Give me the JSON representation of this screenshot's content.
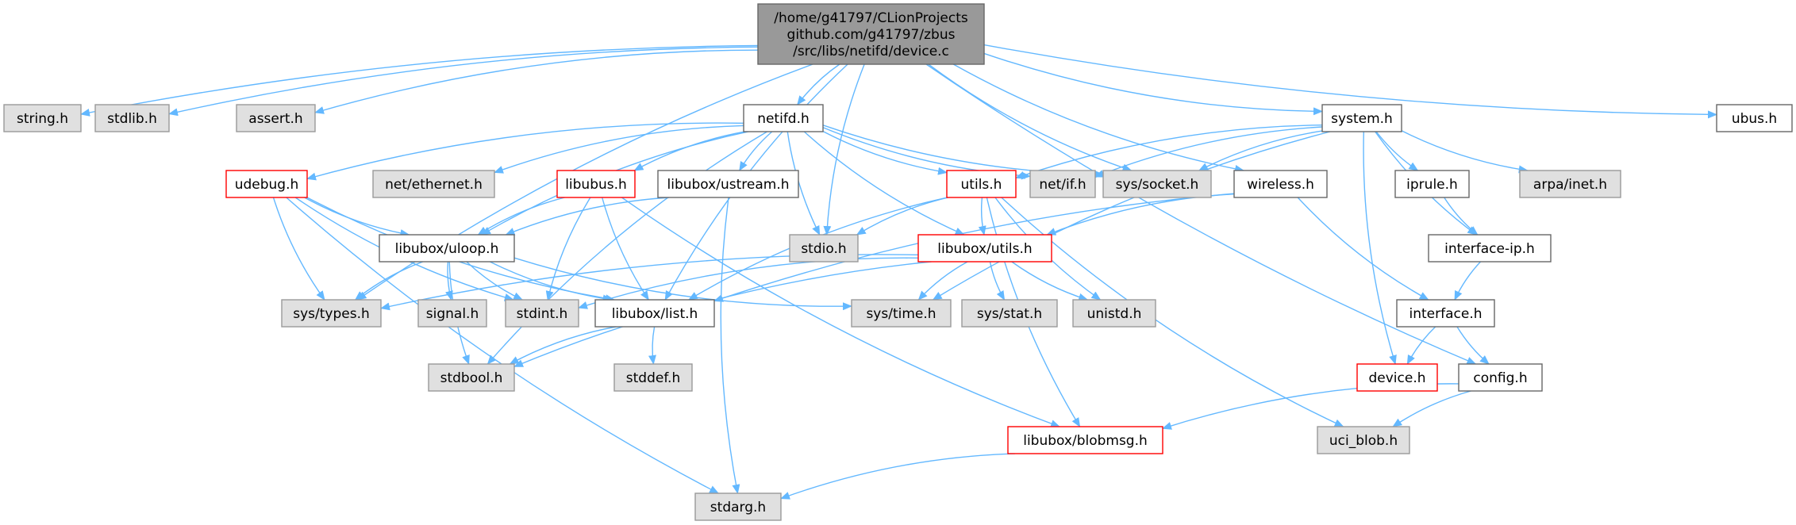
{
  "colors": {
    "root_fill": "#999999",
    "root_border": "#666666",
    "documented_fill": "#ffffff",
    "documented_border": "#666666",
    "external_fill": "#e0e0e0",
    "external_border": "#999999",
    "incomplete_border": "#ff0000",
    "edge": "#63b8ff"
  },
  "nodes": {
    "root": {
      "type": "root",
      "lines": [
        "/home/g41797/CLionProjects",
        "github.com/g41797/zbus",
        "/src/libs/netifd/device.c"
      ]
    },
    "string_h": {
      "type": "external",
      "lines": [
        "string.h"
      ]
    },
    "stdlib_h": {
      "type": "external",
      "lines": [
        "stdlib.h"
      ]
    },
    "assert_h": {
      "type": "external",
      "lines": [
        "assert.h"
      ]
    },
    "netifd_h": {
      "type": "documented",
      "lines": [
        "netifd.h"
      ]
    },
    "system_h": {
      "type": "documented",
      "lines": [
        "system.h"
      ]
    },
    "ubus_h": {
      "type": "documented",
      "lines": [
        "ubus.h"
      ]
    },
    "udebug_h": {
      "type": "incomplete",
      "lines": [
        "udebug.h"
      ]
    },
    "net_ethernet_h": {
      "type": "external",
      "lines": [
        "net/ethernet.h"
      ]
    },
    "libubus_h": {
      "type": "incomplete",
      "lines": [
        "libubus.h"
      ]
    },
    "libubox_ustream_h": {
      "type": "documented",
      "lines": [
        "libubox/ustream.h"
      ]
    },
    "utils_h": {
      "type": "incomplete",
      "lines": [
        "utils.h"
      ]
    },
    "net_if_h": {
      "type": "external",
      "lines": [
        "net/if.h"
      ]
    },
    "sys_socket_h": {
      "type": "external",
      "lines": [
        "sys/socket.h"
      ]
    },
    "wireless_h": {
      "type": "documented",
      "lines": [
        "wireless.h"
      ]
    },
    "iprule_h": {
      "type": "documented",
      "lines": [
        "iprule.h"
      ]
    },
    "arpa_inet_h": {
      "type": "external",
      "lines": [
        "arpa/inet.h"
      ]
    },
    "stdio_h": {
      "type": "external",
      "lines": [
        "stdio.h"
      ]
    },
    "libubox_utils_h": {
      "type": "incomplete",
      "lines": [
        "libubox/utils.h"
      ]
    },
    "interface_ip_h": {
      "type": "documented",
      "lines": [
        "interface-ip.h"
      ]
    },
    "libubox_uloop_h": {
      "type": "documented",
      "lines": [
        "libubox/uloop.h"
      ]
    },
    "sys_types_h": {
      "type": "external",
      "lines": [
        "sys/types.h"
      ]
    },
    "signal_h": {
      "type": "external",
      "lines": [
        "signal.h"
      ]
    },
    "stdint_h": {
      "type": "external",
      "lines": [
        "stdint.h"
      ]
    },
    "libubox_list_h": {
      "type": "documented",
      "lines": [
        "libubox/list.h"
      ]
    },
    "sys_time_h": {
      "type": "external",
      "lines": [
        "sys/time.h"
      ]
    },
    "sys_stat_h": {
      "type": "external",
      "lines": [
        "sys/stat.h"
      ]
    },
    "unistd_h": {
      "type": "external",
      "lines": [
        "unistd.h"
      ]
    },
    "interface_h": {
      "type": "documented",
      "lines": [
        "interface.h"
      ]
    },
    "stdbool_h": {
      "type": "external",
      "lines": [
        "stdbool.h"
      ]
    },
    "stddef_h": {
      "type": "external",
      "lines": [
        "stddef.h"
      ]
    },
    "device_h": {
      "type": "incomplete",
      "lines": [
        "device.h"
      ]
    },
    "config_h": {
      "type": "documented",
      "lines": [
        "config.h"
      ]
    },
    "libubox_blobmsg_h": {
      "type": "incomplete",
      "lines": [
        "libubox/blobmsg.h"
      ]
    },
    "uci_blob_h": {
      "type": "external",
      "lines": [
        "uci_blob.h"
      ]
    },
    "stdarg_h": {
      "type": "external",
      "lines": [
        "stdarg.h"
      ]
    }
  },
  "edges": [
    [
      "root",
      "string_h"
    ],
    [
      "root",
      "stdlib_h"
    ],
    [
      "root",
      "assert_h"
    ],
    [
      "root",
      "sys_types_h"
    ],
    [
      "root",
      "libubox_list_h"
    ],
    [
      "root",
      "netifd_h"
    ],
    [
      "root",
      "stdio_h"
    ],
    [
      "root",
      "sys_socket_h"
    ],
    [
      "root",
      "wireless_h"
    ],
    [
      "root",
      "system_h"
    ],
    [
      "root",
      "config_h"
    ],
    [
      "root",
      "ubus_h"
    ],
    [
      "netifd_h",
      "stdbool_h"
    ],
    [
      "netifd_h",
      "udebug_h"
    ],
    [
      "netifd_h",
      "net_ethernet_h"
    ],
    [
      "netifd_h",
      "libubox_uloop_h"
    ],
    [
      "netifd_h",
      "libubus_h"
    ],
    [
      "netifd_h",
      "libubox_ustream_h"
    ],
    [
      "netifd_h",
      "stdio_h"
    ],
    [
      "netifd_h",
      "libubox_utils_h"
    ],
    [
      "netifd_h",
      "utils_h"
    ],
    [
      "netifd_h",
      "net_if_h"
    ],
    [
      "netifd_h",
      "sys_socket_h"
    ],
    [
      "system_h",
      "utils_h"
    ],
    [
      "system_h",
      "net_if_h"
    ],
    [
      "system_h",
      "sys_socket_h"
    ],
    [
      "system_h",
      "sys_time_h"
    ],
    [
      "system_h",
      "iprule_h"
    ],
    [
      "system_h",
      "interface_ip_h"
    ],
    [
      "system_h",
      "arpa_inet_h"
    ],
    [
      "system_h",
      "device_h"
    ],
    [
      "udebug_h",
      "sys_types_h"
    ],
    [
      "udebug_h",
      "libubox_uloop_h"
    ],
    [
      "udebug_h",
      "stdint_h"
    ],
    [
      "udebug_h",
      "libubox_list_h"
    ],
    [
      "udebug_h",
      "stdarg_h"
    ],
    [
      "libubus_h",
      "libubox_uloop_h"
    ],
    [
      "libubus_h",
      "stdint_h"
    ],
    [
      "libubus_h",
      "libubox_list_h"
    ],
    [
      "libubus_h",
      "libubox_blobmsg_h"
    ],
    [
      "libubox_ustream_h",
      "libubox_uloop_h"
    ],
    [
      "libubox_ustream_h",
      "stdarg_h"
    ],
    [
      "utils_h",
      "stdio_h"
    ],
    [
      "utils_h",
      "libubox_utils_h"
    ],
    [
      "utils_h",
      "libubox_list_h"
    ],
    [
      "utils_h",
      "unistd_h"
    ],
    [
      "utils_h",
      "libubox_blobmsg_h"
    ],
    [
      "utils_h",
      "uci_blob_h"
    ],
    [
      "wireless_h",
      "libubox_utils_h"
    ],
    [
      "wireless_h",
      "libubox_list_h"
    ],
    [
      "wireless_h",
      "interface_h"
    ],
    [
      "iprule_h",
      "interface_ip_h"
    ],
    [
      "interface_ip_h",
      "interface_h"
    ],
    [
      "libubox_utils_h",
      "sys_types_h"
    ],
    [
      "libubox_utils_h",
      "sys_time_h"
    ],
    [
      "libubox_utils_h",
      "sys_stat_h"
    ],
    [
      "libubox_utils_h",
      "unistd_h"
    ],
    [
      "libubox_utils_h",
      "stdbool_h"
    ],
    [
      "libubox_utils_h",
      "stdint_h"
    ],
    [
      "libubox_uloop_h",
      "sys_types_h"
    ],
    [
      "libubox_uloop_h",
      "signal_h"
    ],
    [
      "libubox_uloop_h",
      "stdint_h"
    ],
    [
      "libubox_uloop_h",
      "libubox_list_h"
    ],
    [
      "libubox_uloop_h",
      "stdbool_h"
    ],
    [
      "libubox_uloop_h",
      "sys_time_h"
    ],
    [
      "libubox_list_h",
      "stdbool_h"
    ],
    [
      "libubox_list_h",
      "stddef_h"
    ],
    [
      "interface_h",
      "device_h"
    ],
    [
      "interface_h",
      "config_h"
    ],
    [
      "config_h",
      "libubox_blobmsg_h"
    ],
    [
      "config_h",
      "uci_blob_h"
    ],
    [
      "libubox_blobmsg_h",
      "stdarg_h"
    ]
  ]
}
